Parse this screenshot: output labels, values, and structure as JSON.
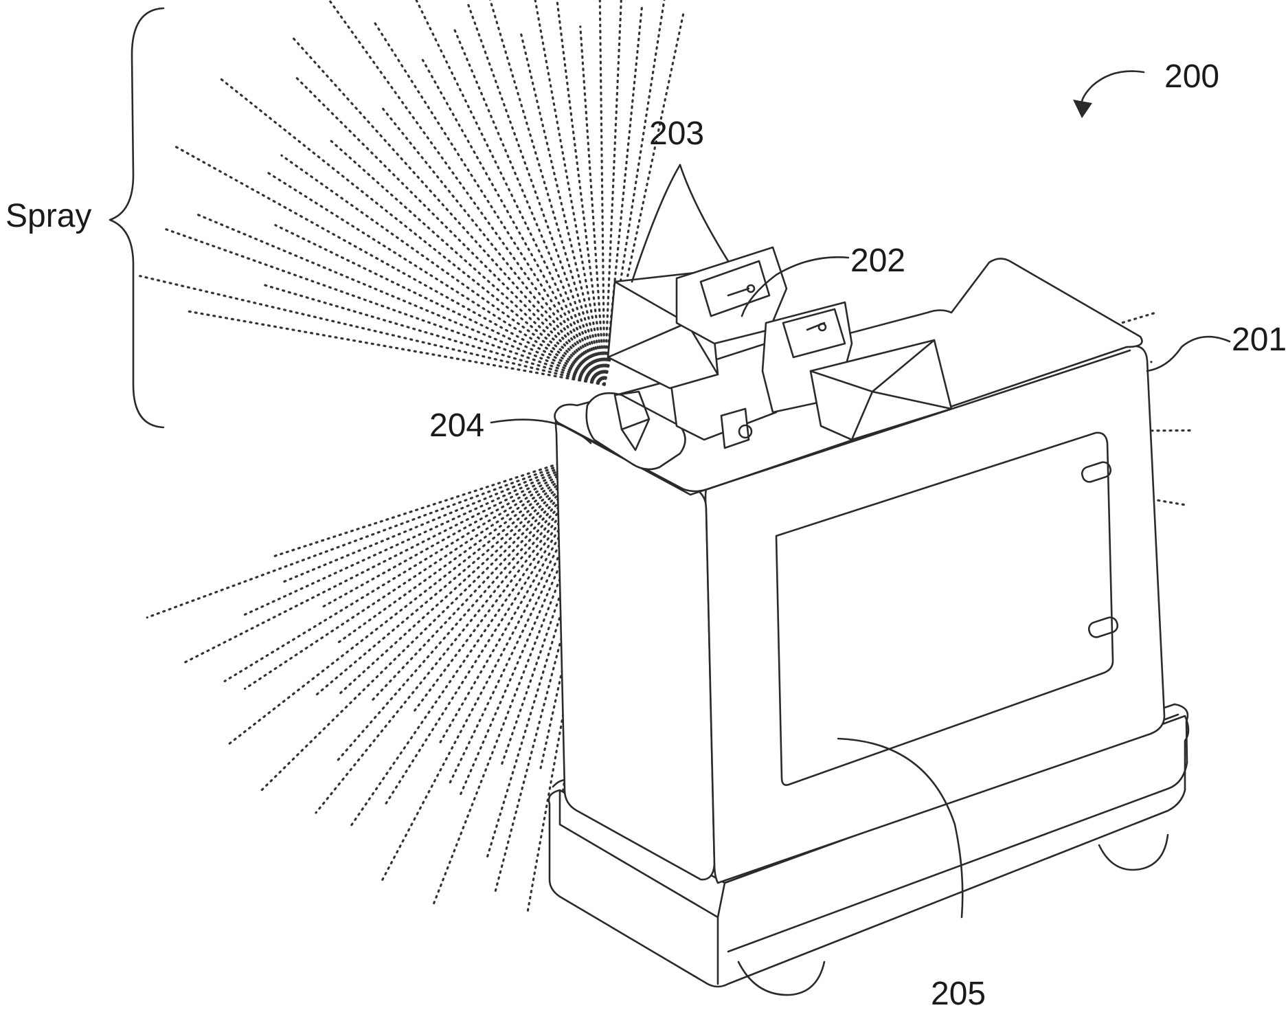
{
  "figure": {
    "figure_number": "200",
    "labels": {
      "spray": "Spray",
      "housing": "201",
      "spray_heads": "202",
      "nozzles": "203",
      "mount": "204",
      "panel": "205"
    },
    "ink_color": "#2a2a2a",
    "background_color": "#ffffff"
  }
}
